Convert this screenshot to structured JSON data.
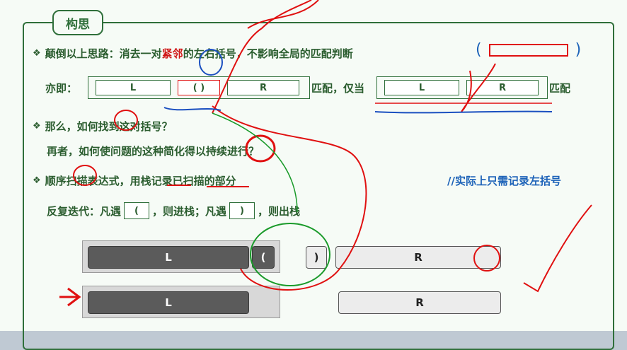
{
  "title": "构思",
  "bullet_symbol": "❖",
  "line1": {
    "pre": "颠倒以上思路：消去一对",
    "highlight": "紧邻",
    "post": "的左右括号，不影响全局的匹配判断"
  },
  "top_right_brackets": {
    "left": "(",
    "right": ")"
  },
  "line2": {
    "prefix": "亦即：",
    "box_L": "L",
    "box_paren": "(  )",
    "box_R": "R",
    "mid": "匹配，仅当",
    "box2_L": "L",
    "box2_R": "R",
    "suffix": "匹配"
  },
  "line3": "那么，如何找到这对括号？",
  "line4": "再者，如何使问题的这种简化得以持续进行？",
  "line5": "顺序扫描表达式，用栈记录已扫描的部分",
  "comment": "//实际上只需记录左括号",
  "line6": {
    "a": "反复迭代：凡遇",
    "box1": "(",
    "b": "，则进栈；凡遇",
    "box2": ")",
    "c": "，则出栈"
  },
  "diagram1": {
    "stack": "L",
    "left_paren": "(",
    "right_paren": ")",
    "rest": "R"
  },
  "diagram2": {
    "stack": "L",
    "rest": "R"
  },
  "colors": {
    "frame": "#2f6f3a",
    "text": "#2b5d2f",
    "highlight": "#d01818",
    "comment": "#1c62b8",
    "ink_red": "#e01010",
    "ink_green": "#1a9a2a",
    "ink_blue": "#1a4fc0"
  }
}
